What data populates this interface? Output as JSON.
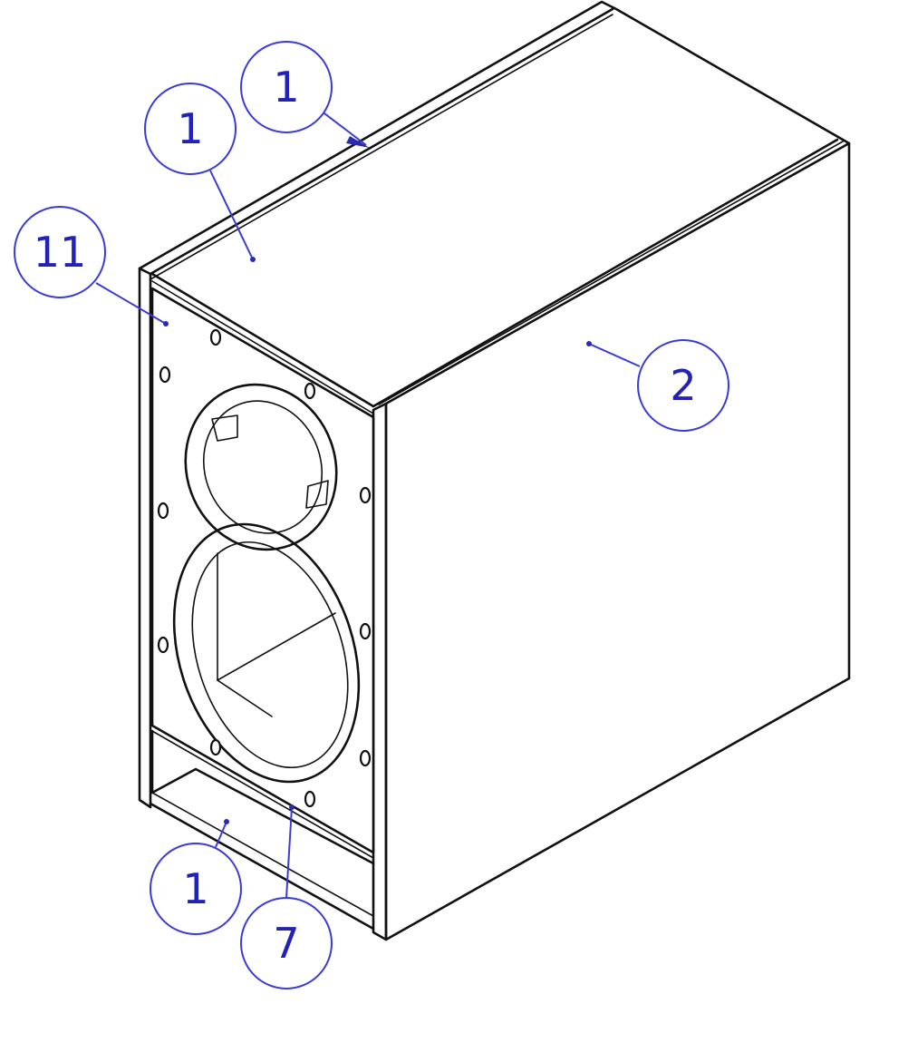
{
  "balloons": [
    {
      "id": "top-rear-panel",
      "label": "1"
    },
    {
      "id": "top-panel",
      "label": "1"
    },
    {
      "id": "front-baffle",
      "label": "11"
    },
    {
      "id": "side-panel",
      "label": "2"
    },
    {
      "id": "bottom-panel",
      "label": "1"
    },
    {
      "id": "port-shelf",
      "label": "7"
    }
  ],
  "colors": {
    "balloon": "#3a3ad6",
    "linework": "#111111"
  }
}
